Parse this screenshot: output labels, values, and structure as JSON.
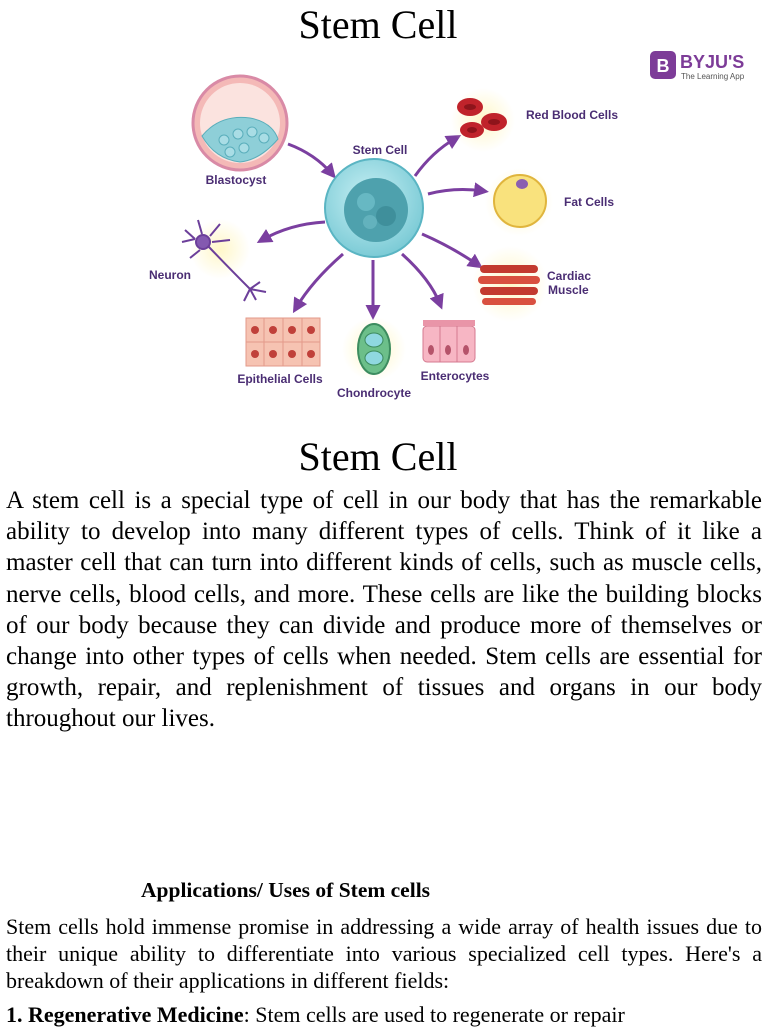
{
  "document": {
    "top_title": "Stem Cell",
    "section_title": "Stem Cell",
    "intro": "A stem cell is a special type of cell in our body that has the remarkable ability to develop into many different types of cells. Think of it like a master cell that can turn into different kinds of cells, such as muscle cells, nerve cells, blood cells, and more. These cells are like the building blocks of our body because they can divide and produce more of themselves or change into other types of cells when needed. Stem cells are essential for growth, repair, and replenishment of tissues and organs in our body throughout our lives.",
    "apps_heading": "Applications/ Uses of Stem cells",
    "apps_text": "Stem cells hold immense promise in addressing a wide array of health issues due to their unique ability to differentiate into various specialized cell types. Here's a breakdown of their applications in different fields:",
    "list_item_1_title": "1. Regenerative Medicine",
    "list_item_1_text": ": Stem cells are used to regenerate or repair"
  },
  "figure": {
    "logo_mark": "B",
    "logo_name": "BYJU'S",
    "logo_tagline": "The Learning App",
    "center_label": "Stem Cell",
    "labels": {
      "blastocyst": "Blastocyst",
      "red_blood": "Red Blood Cells",
      "fat": "Fat Cells",
      "cardiac_1": "Cardiac",
      "cardiac_2": "Muscle",
      "neuron": "Neuron",
      "epithelial": "Epithelial Cells",
      "chondrocyte": "Chondrocyte",
      "enterocytes": "Enterocytes"
    },
    "colors": {
      "arrow": "#7b3fa0",
      "label": "#4a2d73",
      "logo": "#7d3c98",
      "stem_cell": "#8fd3dc"
    }
  }
}
